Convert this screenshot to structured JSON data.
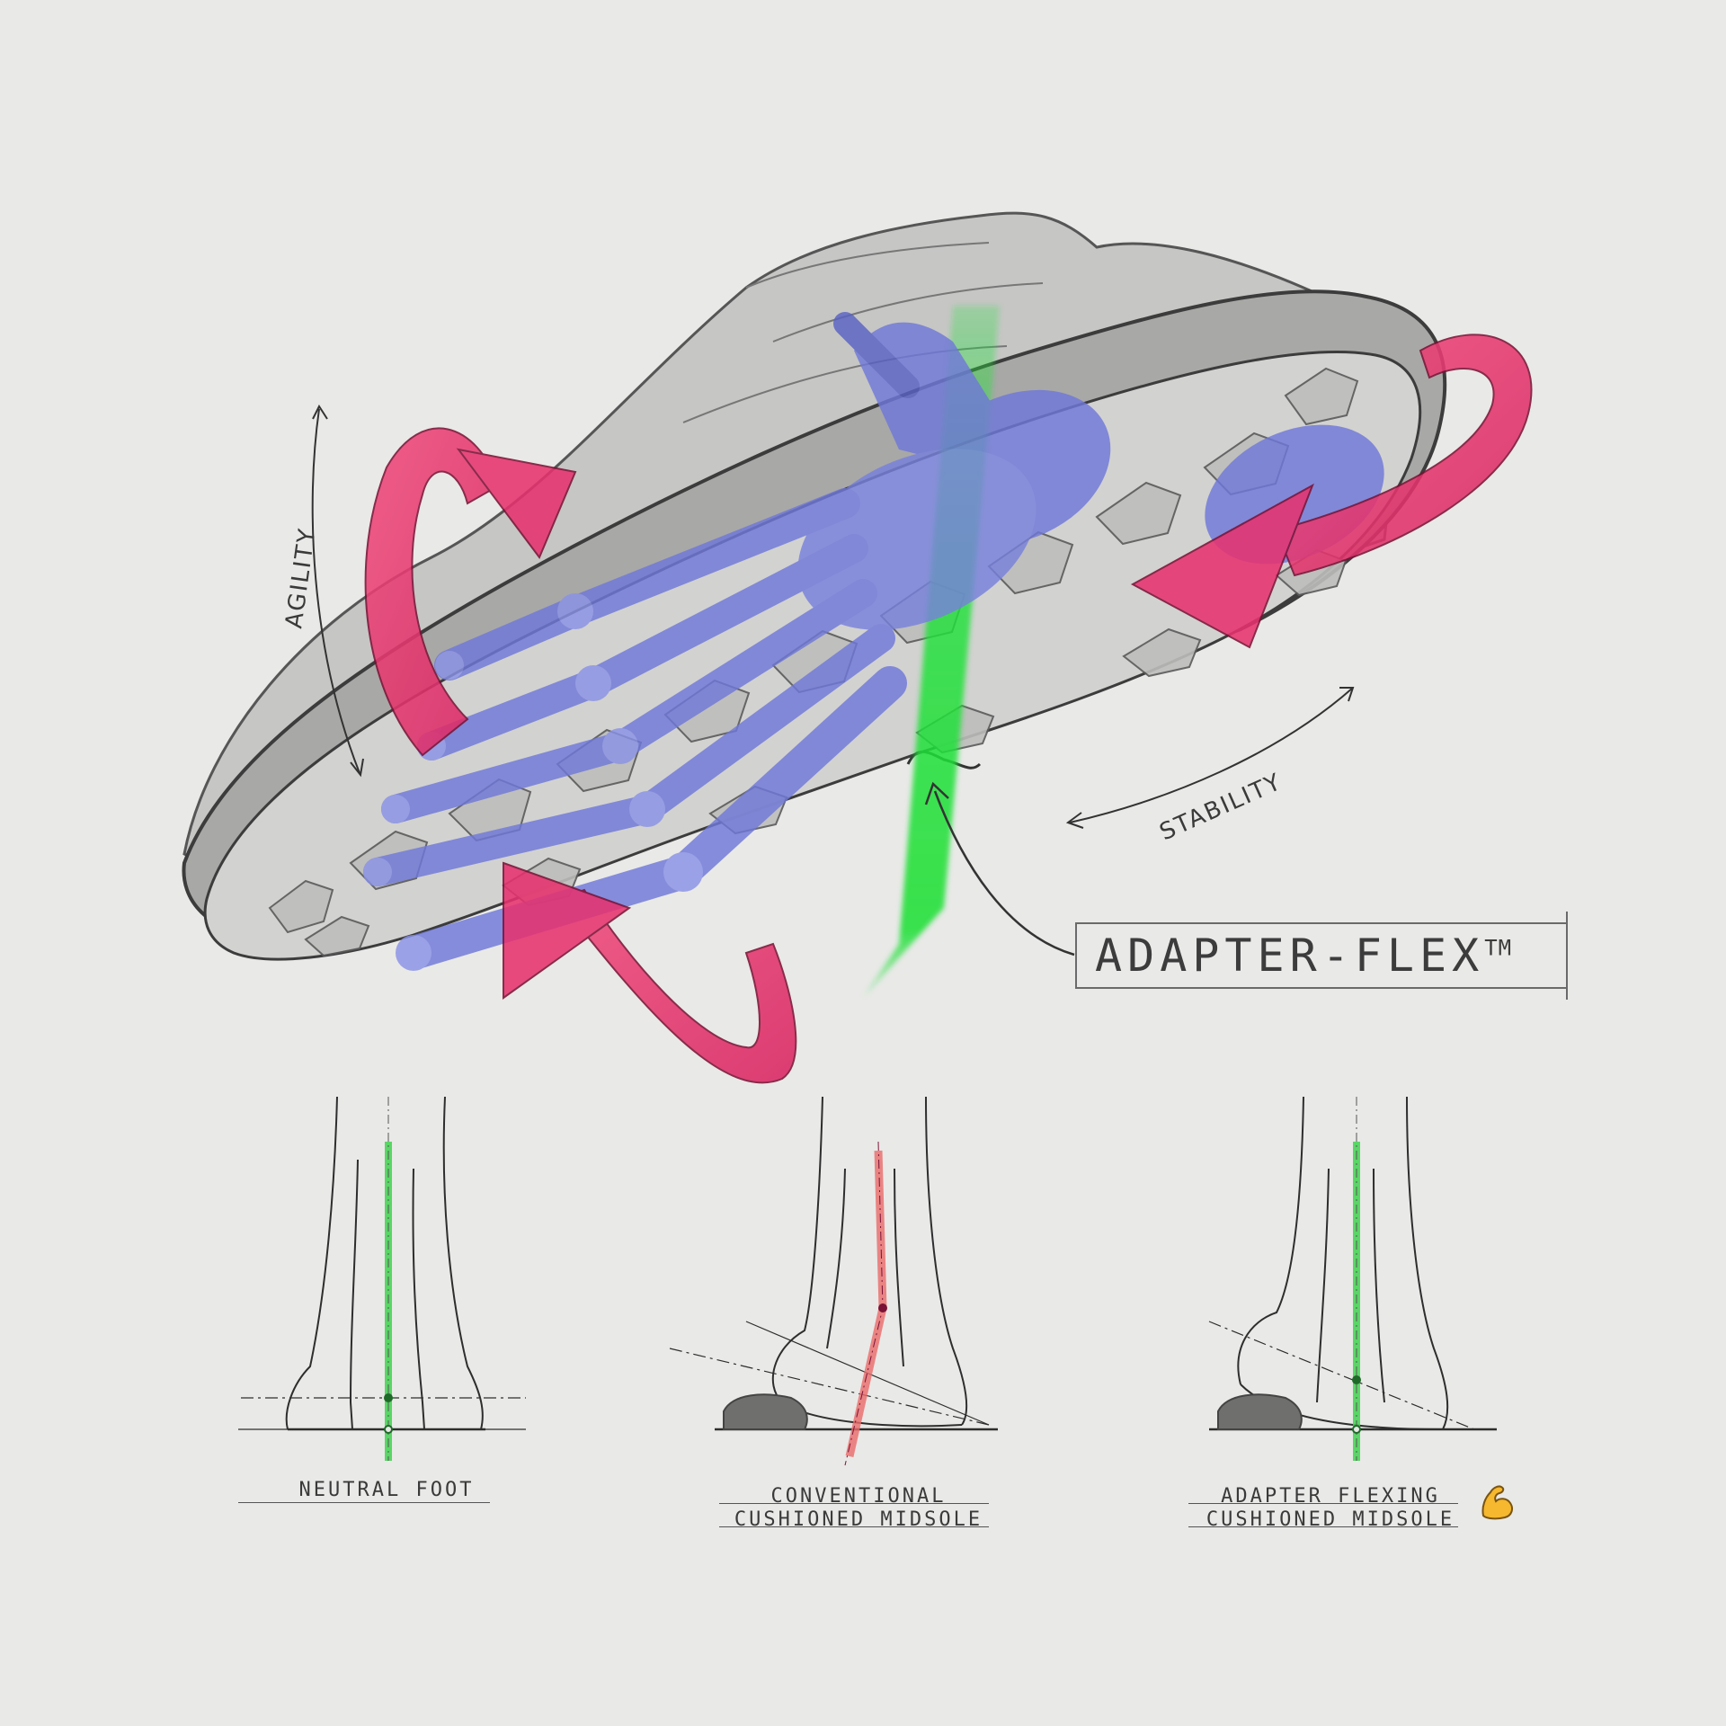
{
  "labels": {
    "agility": "AGILITY",
    "stability": "STABILITY",
    "brand": "ADAPTER-FLEX",
    "brand_mark": "TM"
  },
  "captions": {
    "neutral": "NEUTRAL FOOT",
    "conventional_line1": "CONVENTIONAL",
    "conventional_line2": "CUSHIONED MIDSOLE",
    "adapter_line1": "ADAPTER FLEXING",
    "adapter_line2": "CUSHIONED MIDSOLE"
  },
  "icons": {
    "flex": "flexed-biceps-icon"
  },
  "colors": {
    "background": "#e9e9e7",
    "rotation_arrow": "#e6336f",
    "bones": "#6f78d8",
    "flex_zone": "#22e03a",
    "bad_alignment": "#e86a6a",
    "good_alignment": "#3fd24e"
  }
}
